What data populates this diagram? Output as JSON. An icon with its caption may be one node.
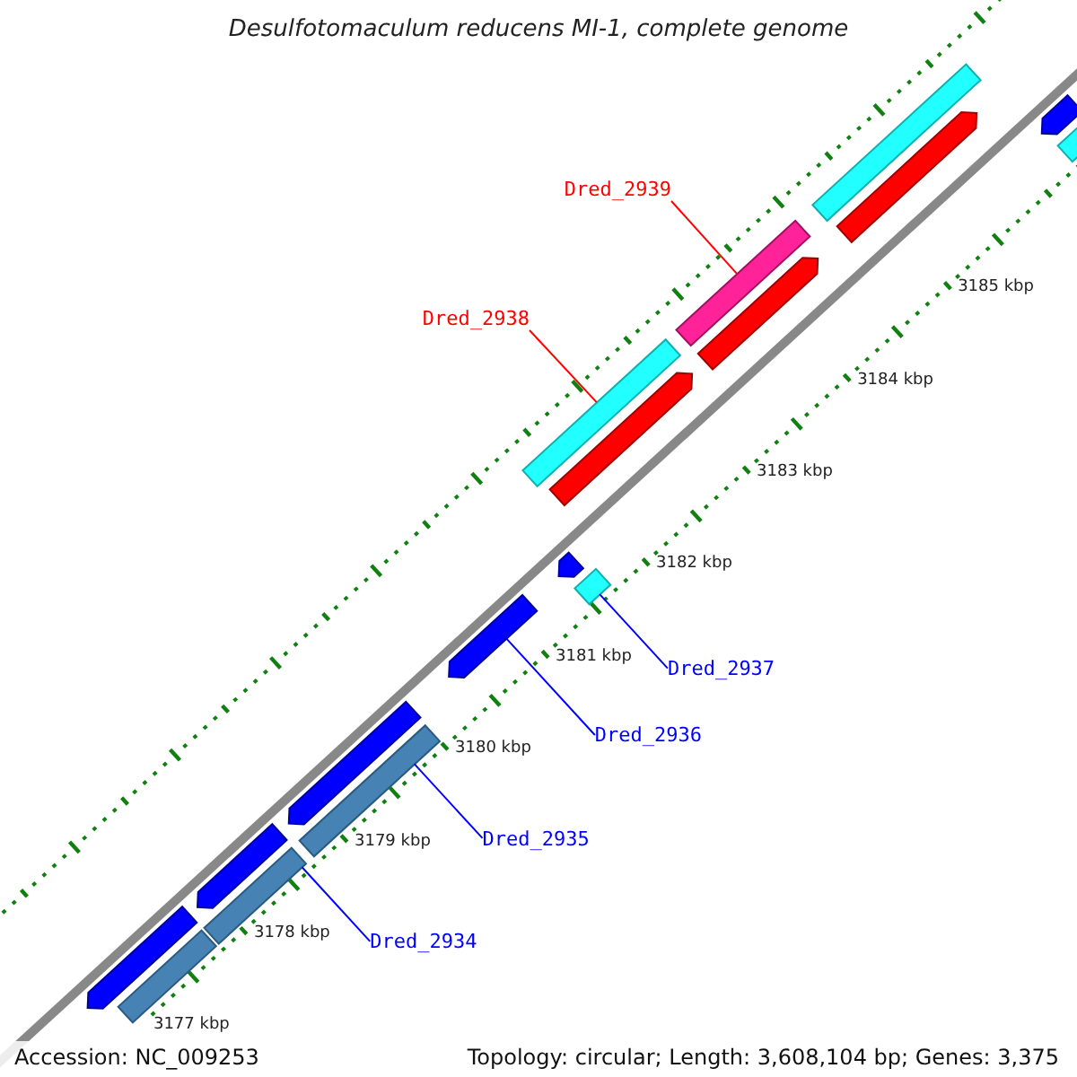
{
  "diagram": {
    "title": "Desulfotomaculum reducens MI-1, complete genome",
    "nodes": [
      {
        "text": [
          "Dred_2939"
        ]
      },
      {
        "text": [],
        "shape": "bar"
      },
      {
        "text": [
          "Dred_2938"
        ]
      },
      {
        "text": [],
        "shape": "bar"
      },
      {
        "text": [
          "Dred_2937"
        ]
      },
      {
        "text": [],
        "shape": "bar"
      },
      {
        "text": [
          "Dred_2936"
        ]
      },
      {
        "text": [],
        "shape": "arrow"
      },
      {
        "text": [
          "Dred_2935"
        ]
      },
      {
        "text": [],
        "shape": "bar"
      },
      {
        "text": [
          "Dred_2934"
        ]
      },
      {
        "text": [],
        "shape": "bar"
      },
      {
        "text": [],
        "shape": "bar"
      },
      {
        "text": [],
        "shape": "arrow"
      },
      {
        "text": [],
        "shape": "arrow"
      },
      {
        "text": [],
        "shape": "arrow"
      },
      {
        "text": [],
        "shape": "arrow"
      },
      {
        "text": [],
        "shape": "bar"
      },
      {
        "text": [],
        "shape": "arrow"
      },
      {
        "text": [],
        "shape": "arrow"
      },
      {
        "text": [],
        "shape": "arrow"
      },
      {
        "text": [],
        "shape": "arrow"
      },
      {
        "text": [],
        "shape": "bar"
      }
    ],
    "edges": [
      {
        "from": 0,
        "to": 1,
        "arrow": "none",
        "color": "#ff0000"
      },
      {
        "from": 2,
        "to": 3,
        "arrow": "none",
        "color": "#ff0000"
      },
      {
        "from": 4,
        "to": 5,
        "arrow": "none"
      },
      {
        "from": 6,
        "to": 7,
        "arrow": "none"
      },
      {
        "from": 8,
        "to": 9,
        "arrow": "none"
      },
      {
        "from": 10,
        "to": 11,
        "arrow": "none"
      }
    ],
    "labels": [
      "3185 kbp",
      "3184 kbp",
      "3183 kbp",
      "3182 kbp",
      "3181 kbp",
      "3180 kbp",
      "3179 kbp",
      "3178 kbp",
      "3177 kbp",
      "Accession: NC_009253",
      "Topology: circular; Length: 3,608,104 bp; Genes: 3,375"
    ]
  }
}
